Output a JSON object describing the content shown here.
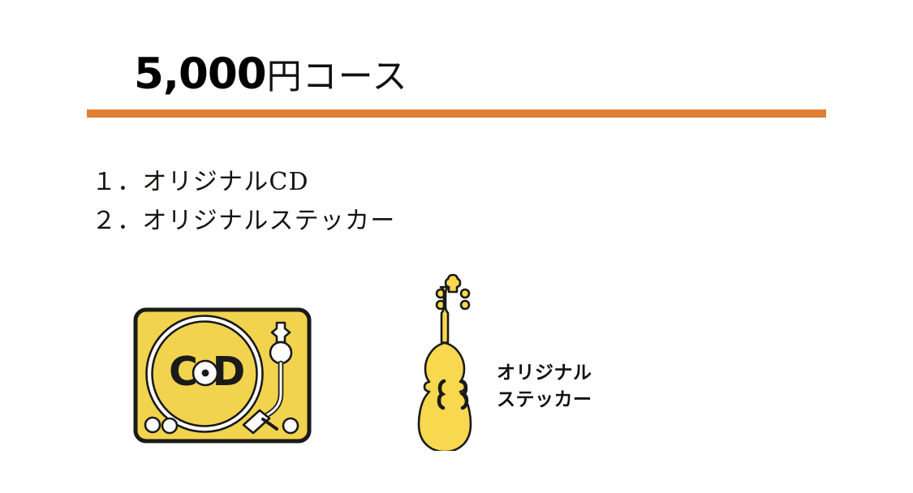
{
  "page": {
    "background_color": "#ffffff",
    "accent_color": "#df7f33",
    "illustration_color": "#f2d34e",
    "illustration_color_alt": "#f7d84e",
    "outline_color": "#1a1a1a"
  },
  "title": {
    "amount": "5,000",
    "suffix": "円コース",
    "full": "5,000円コース"
  },
  "divider": {
    "color": "#df7f33"
  },
  "list": {
    "items": [
      {
        "label": "１．オリジナルCD"
      },
      {
        "label": "２．オリジナルステッカー"
      }
    ]
  },
  "illustrations": {
    "turntable": {
      "name": "turntable-record-player",
      "record_letters": {
        "left": "C",
        "right": "D"
      },
      "body_color": "#f2d34e",
      "outline_color": "#1a1a1a"
    },
    "violin": {
      "name": "violin-sticker",
      "body_color": "#f7d84e",
      "outline_color": "#1a1a1a"
    }
  },
  "sticker_caption": {
    "line1": "オリジナル",
    "line2": "ステッカー"
  }
}
